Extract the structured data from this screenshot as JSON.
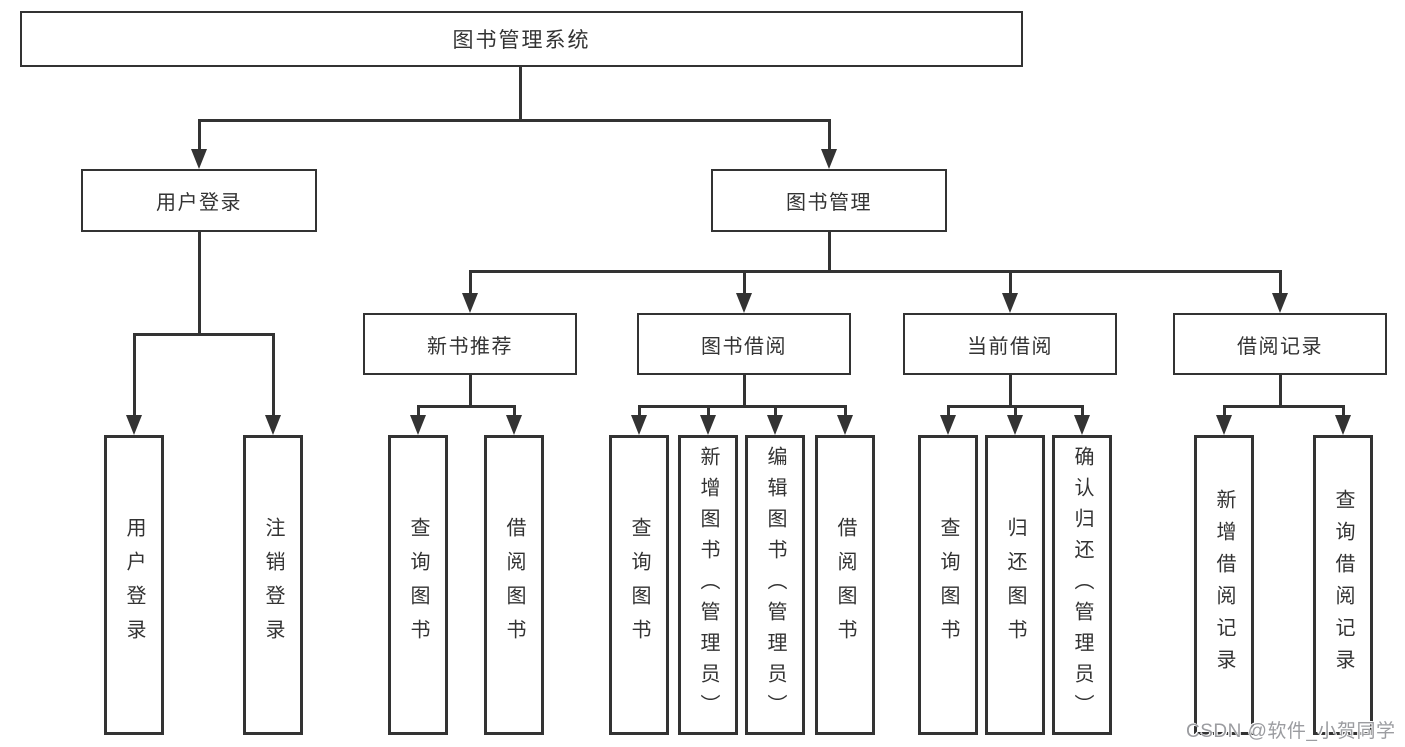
{
  "colors": {
    "line": "#333333",
    "box_border": "#333333",
    "box_fill": "#ffffff",
    "text": "#333333",
    "watermark_text": "#9b9ca0",
    "background": "#ffffff"
  },
  "watermark": {
    "text": "CSDN @软件_小贺同学"
  },
  "tree": {
    "label": "图书管理系统",
    "children": [
      {
        "label": "用户登录",
        "children": [
          {
            "label": "用户登录"
          },
          {
            "label": "注销登录"
          }
        ]
      },
      {
        "label": "图书管理",
        "children": [
          {
            "label": "新书推荐",
            "children": [
              {
                "label": "查询图书"
              },
              {
                "label": "借阅图书"
              }
            ]
          },
          {
            "label": "图书借阅",
            "children": [
              {
                "label": "查询图书"
              },
              {
                "label": "新增图书（管理员）"
              },
              {
                "label": "编辑图书（管理员）"
              },
              {
                "label": "借阅图书"
              }
            ]
          },
          {
            "label": "当前借阅",
            "children": [
              {
                "label": "查询图书"
              },
              {
                "label": "归还图书"
              },
              {
                "label": "确认归还（管理员）"
              }
            ]
          },
          {
            "label": "借阅记录",
            "children": [
              {
                "label": "新增借阅记录"
              },
              {
                "label": "查询借阅记录"
              }
            ]
          }
        ]
      }
    ]
  }
}
